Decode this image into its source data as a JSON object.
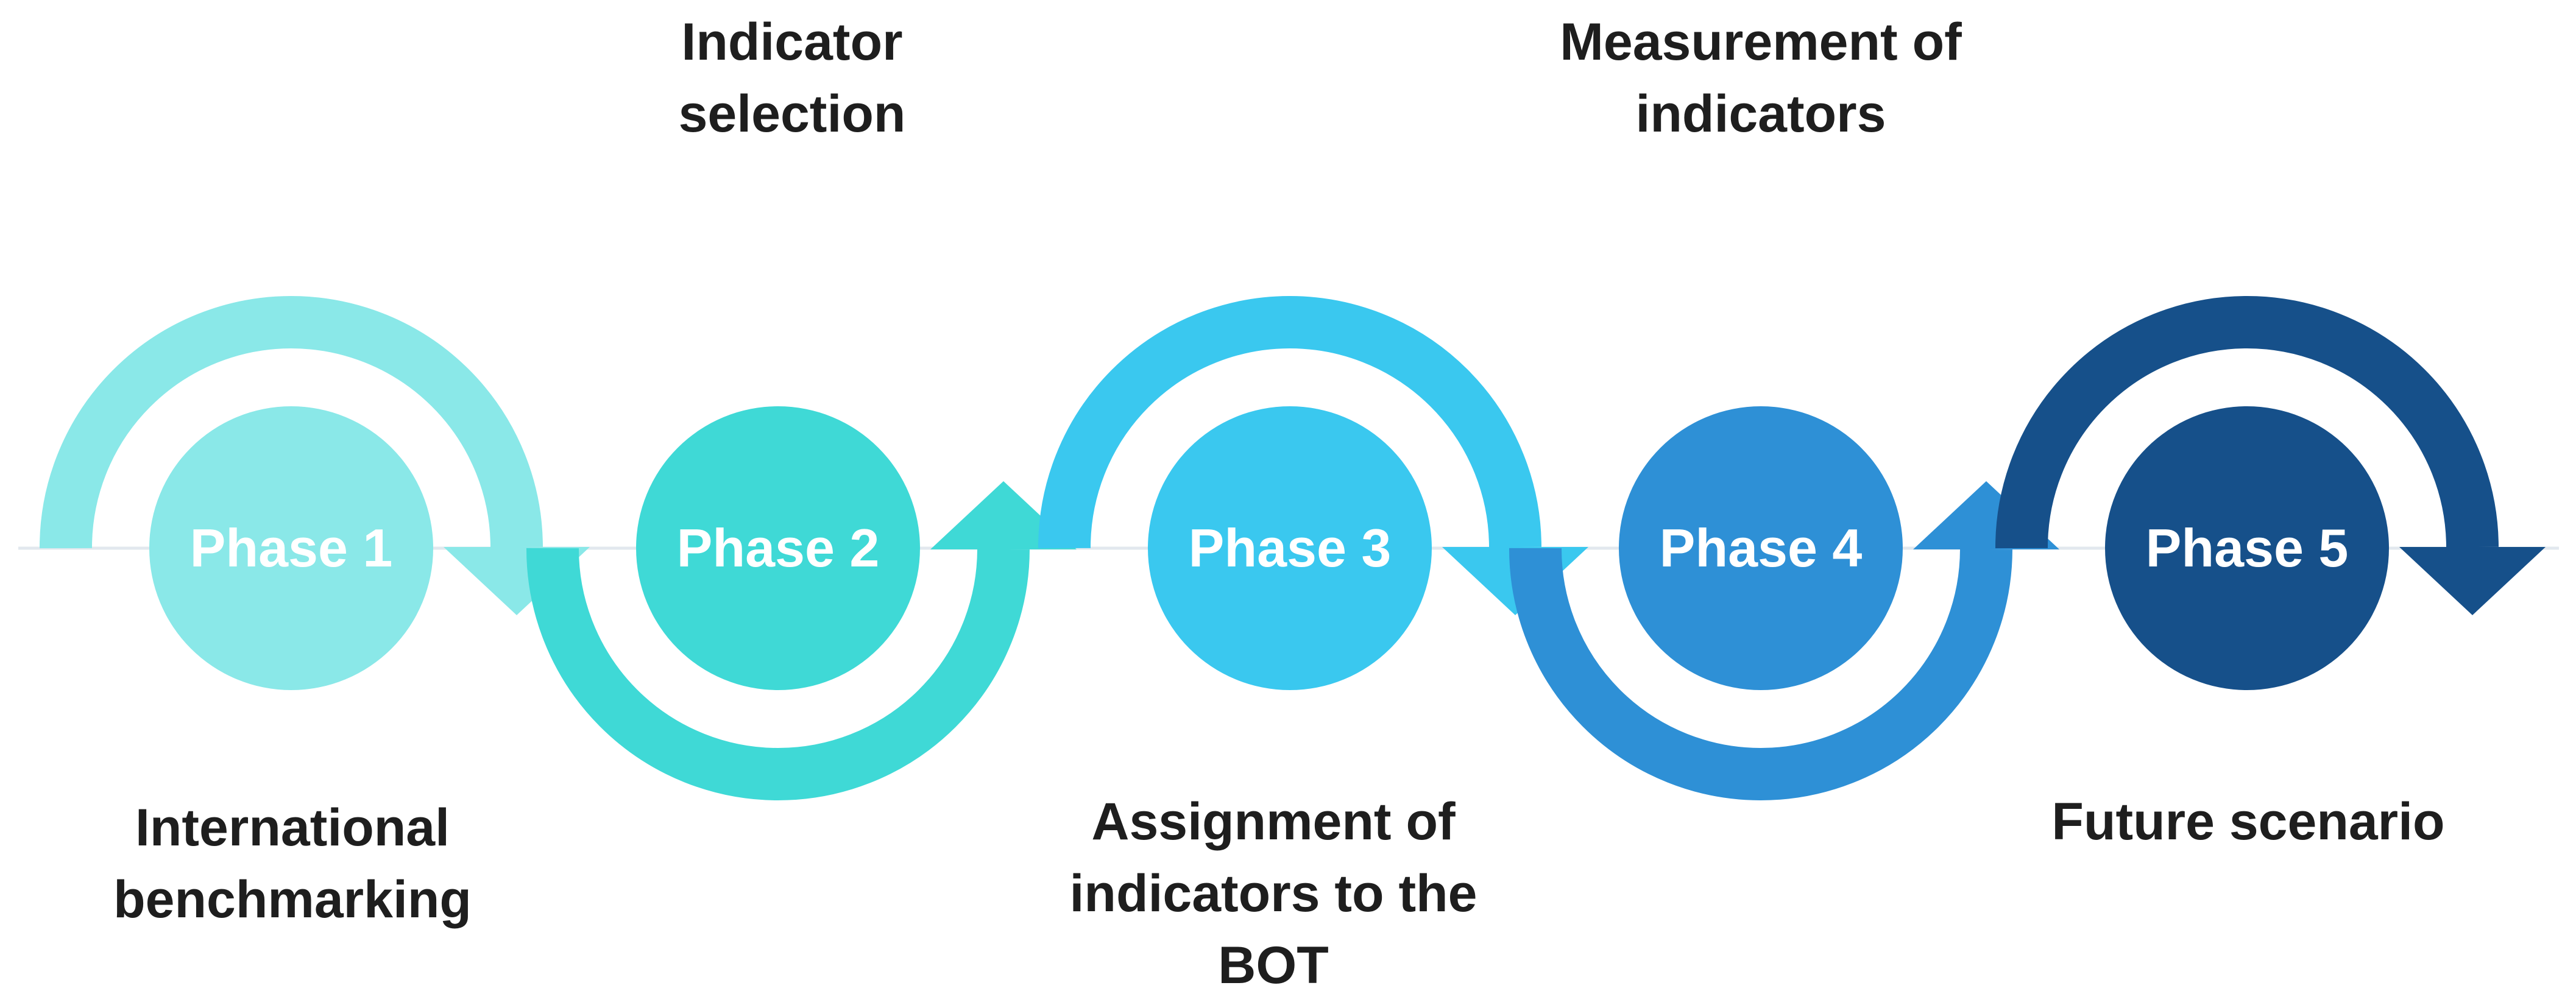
{
  "phases": [
    {
      "label": "Phase 1",
      "color": "#8ae8e8",
      "caption": [
        "International",
        "benchmarking"
      ]
    },
    {
      "label": "Phase 2",
      "color": "#3fd9d6",
      "caption": [
        "Indicator",
        "selection"
      ]
    },
    {
      "label": "Phase 3",
      "color": "#3ac8ef",
      "caption": [
        "Assignment of",
        "indicators to the",
        "BOT"
      ]
    },
    {
      "label": "Phase 4",
      "color": "#2e90d6",
      "caption": [
        "Measurement of",
        "indicators"
      ]
    },
    {
      "label": "Phase 5",
      "color": "#16508a",
      "caption": [
        "Future scenario"
      ]
    }
  ],
  "baseline_color": "#e2e8ee"
}
